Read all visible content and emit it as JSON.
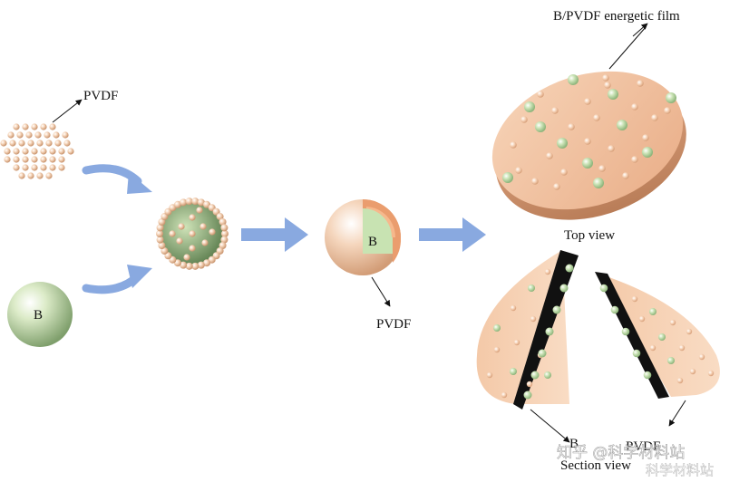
{
  "labels": {
    "pvdf_particles": "PVDF",
    "b_particle": "B",
    "coated_b": "B",
    "pvdf_shell": "PVDF",
    "film_title": "B/PVDF energetic film",
    "top_view": "Top view",
    "section_b": "B",
    "section_pvdf": "PVDF",
    "section_view": "Section view"
  },
  "watermark": {
    "line1": "知乎 @科学材料站",
    "line2": "科学材料站"
  },
  "colors": {
    "pvdf_particle": "#f0c7a6",
    "b_particle": "#bcd9a6",
    "film": "#f3c6a4",
    "arrow": "#89a9e0",
    "section_edge": "#111111"
  }
}
